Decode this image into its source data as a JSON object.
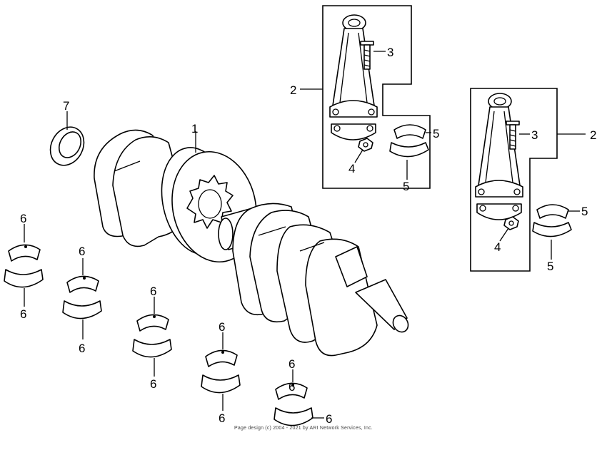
{
  "diagram": {
    "callouts": {
      "crankshaft": "1",
      "connecting_rod_left": "2",
      "connecting_rod_right": "2",
      "rod_bolt_left": "3",
      "rod_bolt_right": "3",
      "rod_nut_left": "4",
      "rod_nut_right": "4",
      "rod_bearing_left_a": "5",
      "rod_bearing_left_b": "5",
      "rod_bearing_right_a": "5",
      "rod_bearing_right_b": "5",
      "main_bearing_labels": [
        "6",
        "6",
        "6",
        "6",
        "6",
        "6",
        "6",
        "6",
        "6",
        "6",
        "6"
      ],
      "oil_seal": "7"
    },
    "footer": "Page design (c) 2004 - 2021 by ARI Network Services, Inc."
  }
}
